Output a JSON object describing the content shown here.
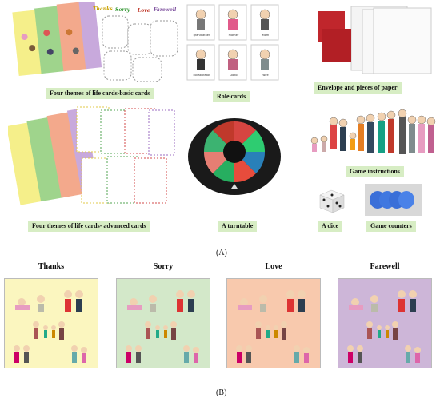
{
  "panel_a": {
    "letter": "(A)",
    "items": [
      {
        "key": "basic",
        "label": "Four themes of life cards-basic cards"
      },
      {
        "key": "role",
        "label": "Role cards"
      },
      {
        "key": "envelope",
        "label": "Envelope and pieces of paper"
      },
      {
        "key": "advanced",
        "label": "Four themes of life cards- advanced cards"
      },
      {
        "key": "turntable",
        "label": "A turntable"
      },
      {
        "key": "instructions",
        "label": "Game instructions"
      },
      {
        "key": "dice",
        "label": "A dice"
      },
      {
        "key": "counters",
        "label": "Game counters"
      }
    ],
    "role_names": [
      "grandfather",
      "mother",
      "Mom",
      "collaborator",
      "Dodo",
      "wife"
    ],
    "basic_tabs": [
      "Thanks",
      "Sorry",
      "Love",
      "Farewell"
    ]
  },
  "panel_b": {
    "letter": "(B)",
    "cards": [
      {
        "title": "Thanks",
        "color": "#fbf6bf"
      },
      {
        "title": "Sorry",
        "color": "#d3e8c9"
      },
      {
        "title": "Love",
        "color": "#f8c9ad"
      },
      {
        "title": "Farewell",
        "color": "#cdb6d8"
      }
    ]
  },
  "colors": {
    "label_bg": "#d7edc4",
    "envelope": "#c0262c",
    "turntable_black": "#1a1a1a",
    "counter_blue": "#3a6fd8"
  }
}
